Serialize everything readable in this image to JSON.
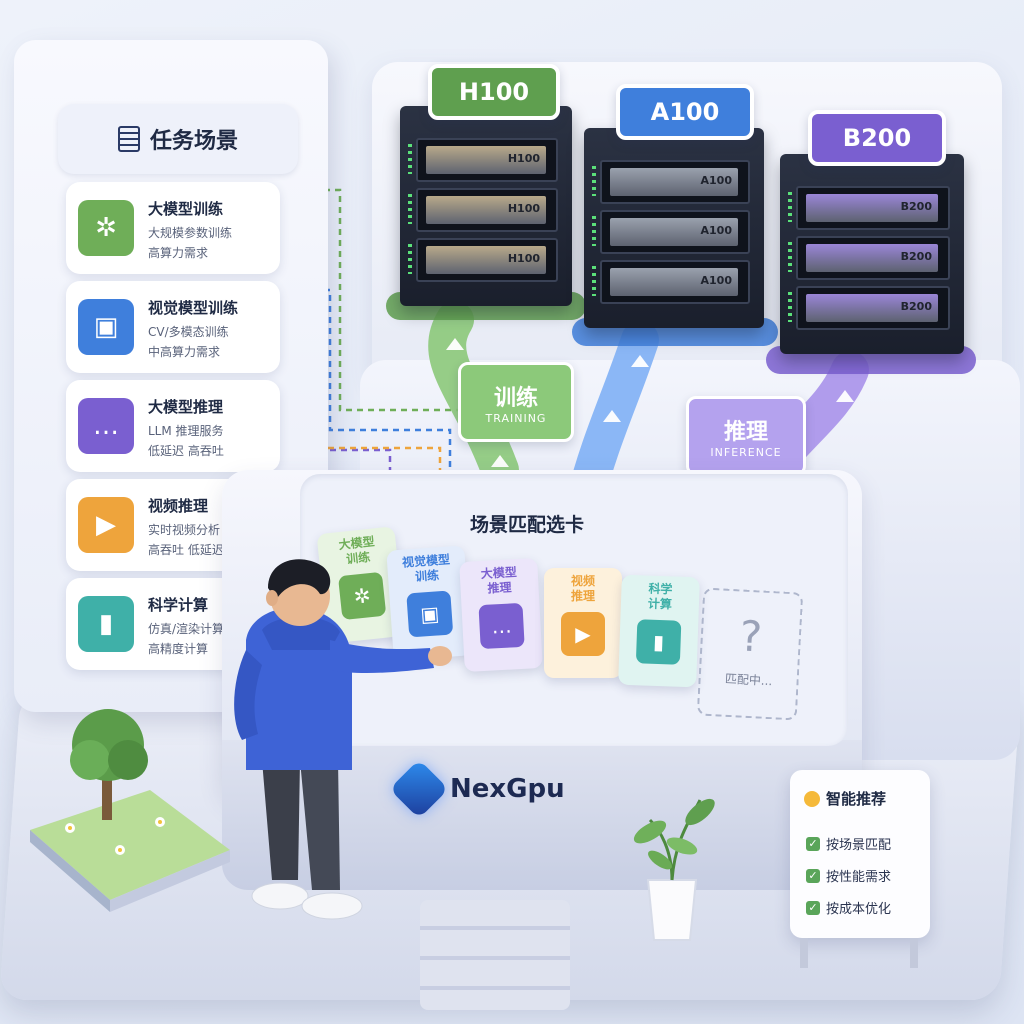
{
  "left_panel": {
    "title": "任务场景",
    "items": [
      {
        "title": "大模型训练",
        "line1": "大规模参数训练",
        "line2": "高算力需求",
        "color": "#6fae58",
        "icon": "network-icon"
      },
      {
        "title": "视觉模型训练",
        "line1": "CV/多模态训练",
        "line2": "中高算力需求",
        "color": "#3f7fdc",
        "icon": "image-icon"
      },
      {
        "title": "大模型推理",
        "line1": "LLM 推理服务",
        "line2": "低延迟 高吞吐",
        "color": "#7a5fd0",
        "icon": "chat-icon"
      },
      {
        "title": "视频推理",
        "line1": "实时视频分析",
        "line2": "高吞吐 低延迟",
        "color": "#eea43c",
        "icon": "video-icon"
      },
      {
        "title": "科学计算",
        "line1": "仿真/渲染计算",
        "line2": "高精度计算",
        "color": "#3fb0a8",
        "icon": "bar-chart-icon"
      }
    ]
  },
  "servers": [
    {
      "tag": "H100",
      "label": "H100",
      "color": "#5f9f4f",
      "blade": "#b8a98a"
    },
    {
      "tag": "A100",
      "label": "A100",
      "color": "#3f7fdc",
      "blade": "#9aa1ad"
    },
    {
      "tag": "B200",
      "label": "B200",
      "color": "#7a5fd0",
      "blade": "#9a86d8"
    }
  ],
  "routes": {
    "training": {
      "zh": "训练",
      "en": "TRAINING"
    },
    "inference": {
      "zh": "推理",
      "en": "INFERENCE"
    }
  },
  "selector": {
    "title": "场景匹配选卡",
    "cards": [
      {
        "title": "大模型\n训练",
        "color": "#6fae58",
        "bg": "#e8f4e2"
      },
      {
        "title": "视觉模型\n训练",
        "color": "#3f7fdc",
        "bg": "#e3ecfb"
      },
      {
        "title": "大模型\n推理",
        "color": "#7a5fd0",
        "bg": "#ece6fa"
      },
      {
        "title": "视频\n推理",
        "color": "#eea43c",
        "bg": "#fdf1dc"
      },
      {
        "title": "科学\n计算",
        "color": "#3fb0a8",
        "bg": "#e0f4f1"
      }
    ],
    "pending_label": "匹配中...",
    "pending_glyph": "?"
  },
  "brand": {
    "name": "NexGpu"
  },
  "recommend": {
    "title": "智能推荐",
    "items": [
      "按场景匹配",
      "按性能需求",
      "按成本优化"
    ]
  }
}
